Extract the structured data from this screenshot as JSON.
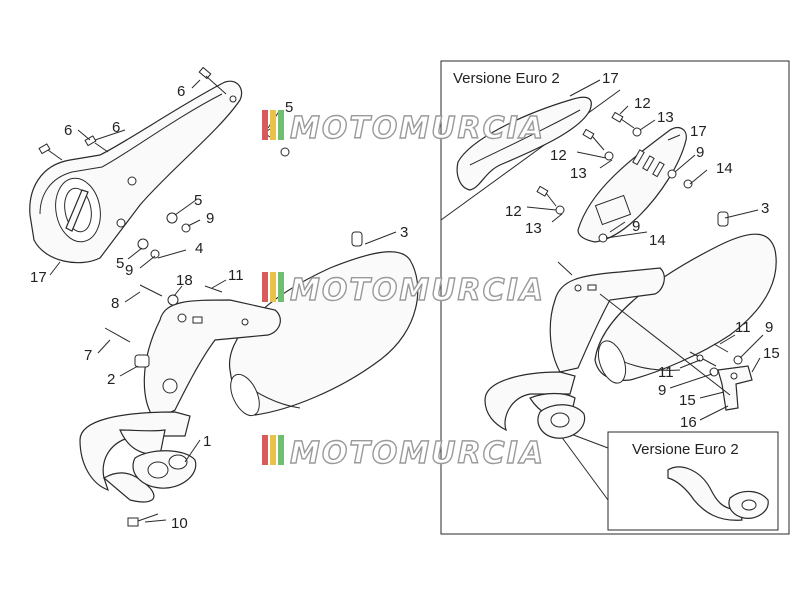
{
  "watermark": "MOTOMURCIA",
  "euro2_label_top": "Versione Euro 2",
  "euro2_label_bottom": "Versione Euro 2",
  "labels_left": {
    "l6a": "6",
    "l6b": "6",
    "l6c": "6",
    "l5a": "5",
    "l5b": "5",
    "l5c": "5",
    "l9a": "9",
    "l9b": "9",
    "l4": "4",
    "l17": "17",
    "l18": "18",
    "l11": "11",
    "l8": "8",
    "l7": "7",
    "l2": "2",
    "l3": "3",
    "l1": "1",
    "l10": "10"
  },
  "labels_right": {
    "r17a": "17",
    "r12a": "12",
    "r13a": "13",
    "r17b": "17",
    "r12b": "12",
    "r13b": "13",
    "r9a": "9",
    "r14a": "14",
    "r12c": "12",
    "r13c": "13",
    "r9b": "9",
    "r14b": "14",
    "r3": "3",
    "r11a": "11",
    "r9c": "9",
    "r15a": "15",
    "r11b": "11",
    "r9d": "9",
    "r15b": "15",
    "r16": "16"
  },
  "colors": {
    "line": "#2a2a2a",
    "watermark_stripe_1": "#d85a5a",
    "watermark_stripe_2": "#e9c24a",
    "watermark_stripe_3": "#6fbf6f"
  }
}
